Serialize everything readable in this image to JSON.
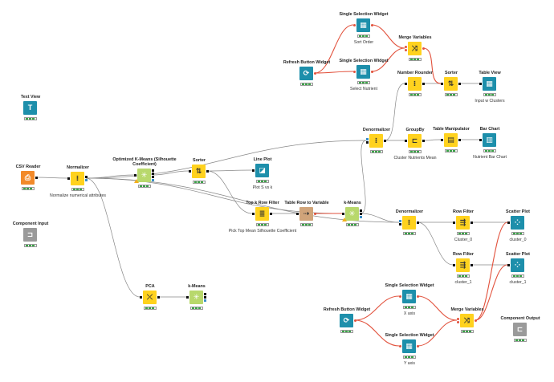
{
  "workflow": {
    "colors": {
      "table_connection": "#888888",
      "flow_variable_connection": "#e2523d",
      "source": "#f28a2a",
      "manipulator": "#ffd21e",
      "learner": "#b8d86c",
      "visualizer": "#1d8fab",
      "other": "#d0a47a",
      "component": "#9a9a9a"
    },
    "nodes": [
      {
        "id": "csv_reader",
        "title": "CSV Reader",
        "annotation": "",
        "kind": "reader",
        "icon": "csv-reader-icon",
        "glyph": "⎙",
        "in": "",
        "out": "t",
        "status": "ggg"
      },
      {
        "id": "normalizer_1",
        "title": "Normalizer",
        "annotation": "Normalize numerical attributes",
        "kind": "manip",
        "icon": "normalizer-icon",
        "glyph": "⁝",
        "in": "t",
        "out": "tm",
        "status": "ggg"
      },
      {
        "id": "opt_kmeans",
        "title": "Optimized K-Means (Silhouette Coefficient)",
        "annotation": "",
        "kind": "learner",
        "icon": "kmeans-learner-icon",
        "glyph": "✳",
        "in": "t",
        "out": "tttm",
        "status": "ggg",
        "warn": true
      },
      {
        "id": "sorter_1",
        "title": "Sorter",
        "annotation": "",
        "kind": "manip",
        "icon": "sorter-icon",
        "glyph": "⇅",
        "in": "t",
        "out": "t",
        "status": "ggg"
      },
      {
        "id": "line_plot",
        "title": "Line Plot",
        "annotation": "Plot S vs k",
        "kind": "view",
        "icon": "line-plot-icon",
        "glyph": "◪",
        "in": "t",
        "out": "",
        "status": "ggg"
      },
      {
        "id": "top_k",
        "title": "Top k Row Filter",
        "annotation": "Pick Top Mean Silhouette Coefficient",
        "kind": "manip",
        "icon": "row-filter-icon",
        "glyph": "≣",
        "in": "t",
        "out": "t",
        "status": "ggg"
      },
      {
        "id": "table_to_var",
        "title": "Table Row to Variable",
        "annotation": "",
        "kind": "other",
        "icon": "table-to-variable-icon",
        "glyph": "⇢",
        "in": "t",
        "out": "f",
        "status": "ggg"
      },
      {
        "id": "kmeans_main",
        "title": "k-Means",
        "annotation": "",
        "kind": "learner",
        "icon": "kmeans-icon",
        "glyph": "✳",
        "in": "t",
        "out": "ttm",
        "status": "ggg",
        "warn": true
      },
      {
        "id": "denormalizer_1",
        "title": "Denormalizer",
        "annotation": "",
        "kind": "manip",
        "icon": "denormalizer-icon",
        "glyph": "⁝",
        "in": "mt",
        "out": "t",
        "status": "ggg"
      },
      {
        "id": "groupby",
        "title": "GroupBy",
        "annotation": "Cluster Nutrients Mean",
        "kind": "manip",
        "icon": "groupby-icon",
        "glyph": "⊏",
        "in": "t",
        "out": "t",
        "status": "ggg"
      },
      {
        "id": "table_manipulator",
        "title": "Table Manipulator",
        "annotation": "",
        "kind": "manip",
        "icon": "table-manipulator-icon",
        "glyph": "▤",
        "in": "t",
        "out": "t",
        "status": "ggg"
      },
      {
        "id": "bar_chart",
        "title": "Bar Chart",
        "annotation": "Nutrient Bar Chart",
        "kind": "view",
        "icon": "bar-chart-icon",
        "glyph": "▥",
        "in": "t",
        "out": "",
        "status": "ggg"
      },
      {
        "id": "refresh_top",
        "title": "Refresh Button Widget",
        "annotation": "",
        "kind": "widget",
        "icon": "refresh-button-widget-icon",
        "glyph": "⟳",
        "in": "",
        "out": "f",
        "status": "ggg"
      },
      {
        "id": "ssw_sort",
        "title": "Single Selection Widget",
        "annotation": "Sort Order",
        "kind": "widget",
        "icon": "single-selection-widget-icon",
        "glyph": "▦",
        "in": "f",
        "out": "f",
        "status": "ggg"
      },
      {
        "id": "ssw_nutrient",
        "title": "Single Selection Widget",
        "annotation": "Select Nutrient",
        "kind": "widget",
        "icon": "single-selection-widget-icon",
        "glyph": "▦",
        "in": "f",
        "out": "f",
        "status": "ggg"
      },
      {
        "id": "merge_top",
        "title": "Merge Variables",
        "annotation": "",
        "kind": "manip",
        "icon": "merge-variables-icon",
        "glyph": "⤨",
        "in": "ff",
        "out": "f",
        "status": "ggg"
      },
      {
        "id": "number_rounder",
        "title": "Number Rounder",
        "annotation": "",
        "kind": "manip",
        "icon": "number-rounder-icon",
        "glyph": "⁝",
        "in": "t",
        "out": "t",
        "status": "ggg"
      },
      {
        "id": "sorter_2",
        "title": "Sorter",
        "annotation": "",
        "kind": "manip",
        "icon": "sorter-icon",
        "glyph": "⇅",
        "in": "t",
        "out": "t",
        "status": "ggg"
      },
      {
        "id": "table_view",
        "title": "Table View",
        "annotation": "Input w Clusters",
        "kind": "view",
        "icon": "table-view-icon",
        "glyph": "▦",
        "in": "t",
        "out": "",
        "status": "ggg"
      },
      {
        "id": "text_view",
        "title": "Text View",
        "annotation": "",
        "kind": "view",
        "icon": "text-view-icon",
        "glyph": "T",
        "in": "",
        "out": "",
        "status": "ggg"
      },
      {
        "id": "component_input",
        "title": "Component Input",
        "annotation": "",
        "kind": "component",
        "icon": "component-input-icon",
        "glyph": "⊐",
        "in": "",
        "out": "",
        "status": "ggg"
      },
      {
        "id": "pca",
        "title": "PCA",
        "annotation": "",
        "kind": "manip",
        "icon": "pca-icon",
        "glyph": "⤫",
        "in": "t",
        "out": "t",
        "status": "ggg"
      },
      {
        "id": "kmeans_pca",
        "title": "k-Means",
        "annotation": "",
        "kind": "learner",
        "icon": "kmeans-icon",
        "glyph": "✳",
        "in": "t",
        "out": "ttm",
        "status": "ggg"
      },
      {
        "id": "denormalizer_2",
        "title": "Denormalizer",
        "annotation": "",
        "kind": "manip",
        "icon": "denormalizer-icon",
        "glyph": "⁝",
        "in": "mt",
        "out": "t",
        "status": "ggg"
      },
      {
        "id": "row_filter_0",
        "title": "Row Filter",
        "annotation": "Cluster_0",
        "kind": "manip",
        "icon": "row-filter-icon",
        "glyph": "⇶",
        "in": "t",
        "out": "t",
        "status": "ggg"
      },
      {
        "id": "row_filter_1",
        "title": "Row Filter",
        "annotation": "cluster_1",
        "kind": "manip",
        "icon": "row-filter-icon",
        "glyph": "⇶",
        "in": "t",
        "out": "t",
        "status": "ggg"
      },
      {
        "id": "scatter_0",
        "title": "Scatter Plot",
        "annotation": "cluster_0",
        "kind": "view",
        "icon": "scatter-plot-icon",
        "glyph": "⁘",
        "in": "t",
        "out": "",
        "status": "ggg"
      },
      {
        "id": "scatter_1",
        "title": "Scatter Plot",
        "annotation": "cluster_1",
        "kind": "view",
        "icon": "scatter-plot-icon",
        "glyph": "⁘",
        "in": "t",
        "out": "",
        "status": "ggg"
      },
      {
        "id": "refresh_bottom",
        "title": "Refresh Button Widget",
        "annotation": "",
        "kind": "widget",
        "icon": "refresh-button-widget-icon",
        "glyph": "⟳",
        "in": "",
        "out": "f",
        "status": "ggg"
      },
      {
        "id": "ssw_x",
        "title": "Single Selection Widget",
        "annotation": "X axis",
        "kind": "widget",
        "icon": "single-selection-widget-icon",
        "glyph": "▦",
        "in": "f",
        "out": "f",
        "status": "ggg"
      },
      {
        "id": "ssw_y",
        "title": "Single Selection Widget",
        "annotation": "Y axis",
        "kind": "widget",
        "icon": "single-selection-widget-icon",
        "glyph": "▦",
        "in": "f",
        "out": "f",
        "status": "ggg"
      },
      {
        "id": "merge_bottom",
        "title": "Merge Variables",
        "annotation": "",
        "kind": "manip",
        "icon": "merge-variables-icon",
        "glyph": "⤨",
        "in": "ff",
        "out": "f",
        "status": "ggg"
      },
      {
        "id": "component_output",
        "title": "Component Output",
        "annotation": "",
        "kind": "component",
        "icon": "component-output-icon",
        "glyph": "⊏",
        "in": "",
        "out": "",
        "status": "ggg"
      }
    ],
    "connections": [
      {
        "from": "csv_reader",
        "to": "normalizer_1",
        "type": "table"
      },
      {
        "from": "normalizer_1",
        "to": "opt_kmeans",
        "type": "table"
      },
      {
        "from": "normalizer_1",
        "to": "kmeans_main",
        "type": "table"
      },
      {
        "from": "normalizer_1",
        "to": "pca",
        "type": "table"
      },
      {
        "from": "normalizer_1",
        "to": "denormalizer_1",
        "type": "table"
      },
      {
        "from": "normalizer_1",
        "to": "denormalizer_2",
        "type": "table"
      },
      {
        "from": "opt_kmeans",
        "to": "sorter_1",
        "type": "table"
      },
      {
        "from": "sorter_1",
        "to": "line_plot",
        "type": "table"
      },
      {
        "from": "sorter_1",
        "to": "top_k",
        "type": "table"
      },
      {
        "from": "top_k",
        "to": "table_to_var",
        "type": "table"
      },
      {
        "from": "table_to_var",
        "to": "kmeans_main",
        "type": "variable"
      },
      {
        "from": "kmeans_main",
        "to": "denormalizer_1",
        "type": "table"
      },
      {
        "from": "kmeans_main",
        "to": "denormalizer_2",
        "type": "table"
      },
      {
        "from": "denormalizer_1",
        "to": "groupby",
        "type": "table"
      },
      {
        "from": "denormalizer_1",
        "to": "number_rounder",
        "type": "table"
      },
      {
        "from": "groupby",
        "to": "table_manipulator",
        "type": "table"
      },
      {
        "from": "table_manipulator",
        "to": "bar_chart",
        "type": "table"
      },
      {
        "from": "number_rounder",
        "to": "sorter_2",
        "type": "table"
      },
      {
        "from": "sorter_2",
        "to": "table_view",
        "type": "table"
      },
      {
        "from": "refresh_top",
        "to": "ssw_sort",
        "type": "variable"
      },
      {
        "from": "refresh_top",
        "to": "ssw_nutrient",
        "type": "variable"
      },
      {
        "from": "ssw_sort",
        "to": "merge_top",
        "type": "variable"
      },
      {
        "from": "ssw_nutrient",
        "to": "merge_top",
        "type": "variable"
      },
      {
        "from": "merge_top",
        "to": "sorter_2",
        "type": "variable"
      },
      {
        "from": "pca",
        "to": "kmeans_pca",
        "type": "table"
      },
      {
        "from": "denormalizer_2",
        "to": "row_filter_0",
        "type": "table"
      },
      {
        "from": "denormalizer_2",
        "to": "row_filter_1",
        "type": "table"
      },
      {
        "from": "row_filter_0",
        "to": "scatter_0",
        "type": "table"
      },
      {
        "from": "row_filter_1",
        "to": "scatter_1",
        "type": "table"
      },
      {
        "from": "refresh_bottom",
        "to": "ssw_x",
        "type": "variable"
      },
      {
        "from": "refresh_bottom",
        "to": "ssw_y",
        "type": "variable"
      },
      {
        "from": "ssw_x",
        "to": "merge_bottom",
        "type": "variable"
      },
      {
        "from": "ssw_y",
        "to": "merge_bottom",
        "type": "variable"
      },
      {
        "from": "merge_bottom",
        "to": "scatter_0",
        "type": "variable"
      },
      {
        "from": "merge_bottom",
        "to": "scatter_1",
        "type": "variable"
      }
    ]
  }
}
